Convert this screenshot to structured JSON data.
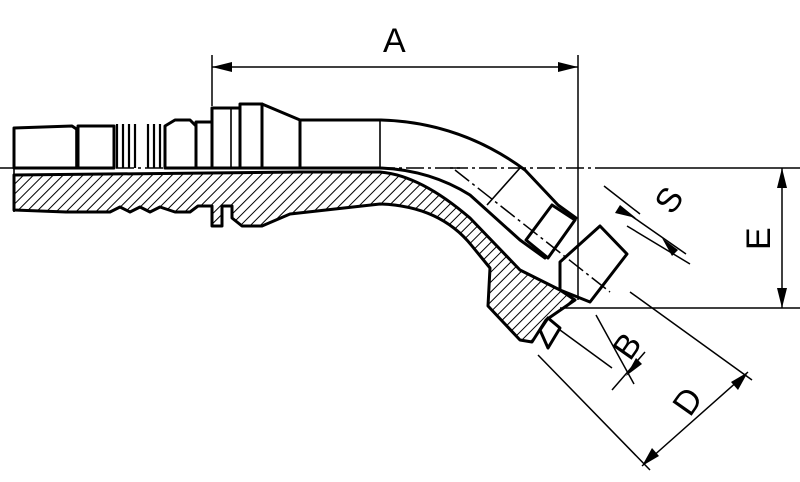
{
  "labels": {
    "A": "A",
    "S": "S",
    "E": "E",
    "B": "B",
    "D": "D"
  }
}
